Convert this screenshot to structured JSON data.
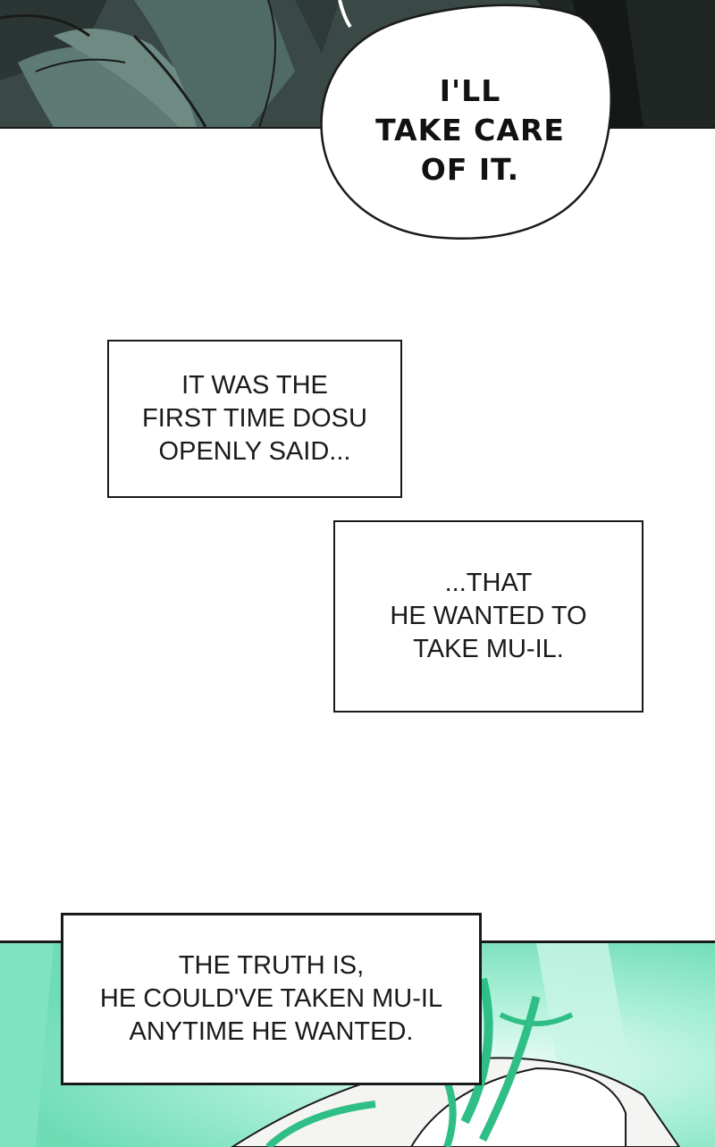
{
  "speech_bubble": {
    "lines": [
      "I'LL",
      "TAKE CARE",
      "OF IT."
    ]
  },
  "captions": [
    {
      "lines": [
        "IT WAS THE",
        "FIRST TIME DOSU",
        "OPENLY SAID..."
      ]
    },
    {
      "lines": [
        "...THAT",
        "HE WANTED TO",
        "TAKE MU-IL."
      ]
    },
    {
      "lines": [
        "THE TRUTH IS,",
        "HE COULD'VE TAKEN MU-IL",
        "ANYTIME HE WANTED."
      ]
    }
  ],
  "colors": {
    "top_panel_dark": "#2f3b39",
    "top_panel_teal": "#4f6b66",
    "bottom_panel_green": "#6ee0b8",
    "bottom_panel_light": "#d8f7ec",
    "ink": "#1a1a1a"
  }
}
